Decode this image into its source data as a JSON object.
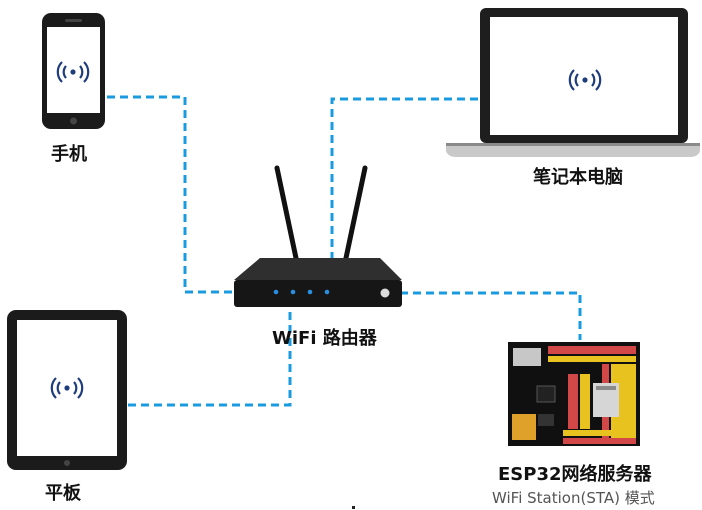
{
  "diagram": {
    "link_color": "#1a9be0",
    "devices": {
      "phone": {
        "label": "手机"
      },
      "laptop": {
        "label": "笔记本电脑"
      },
      "router": {
        "label": "WiFi 路由器"
      },
      "tablet": {
        "label": "平板"
      },
      "esp32": {
        "label": "ESP32网络服务器",
        "sublabel": "WiFi Station(STA) 模式"
      }
    }
  }
}
